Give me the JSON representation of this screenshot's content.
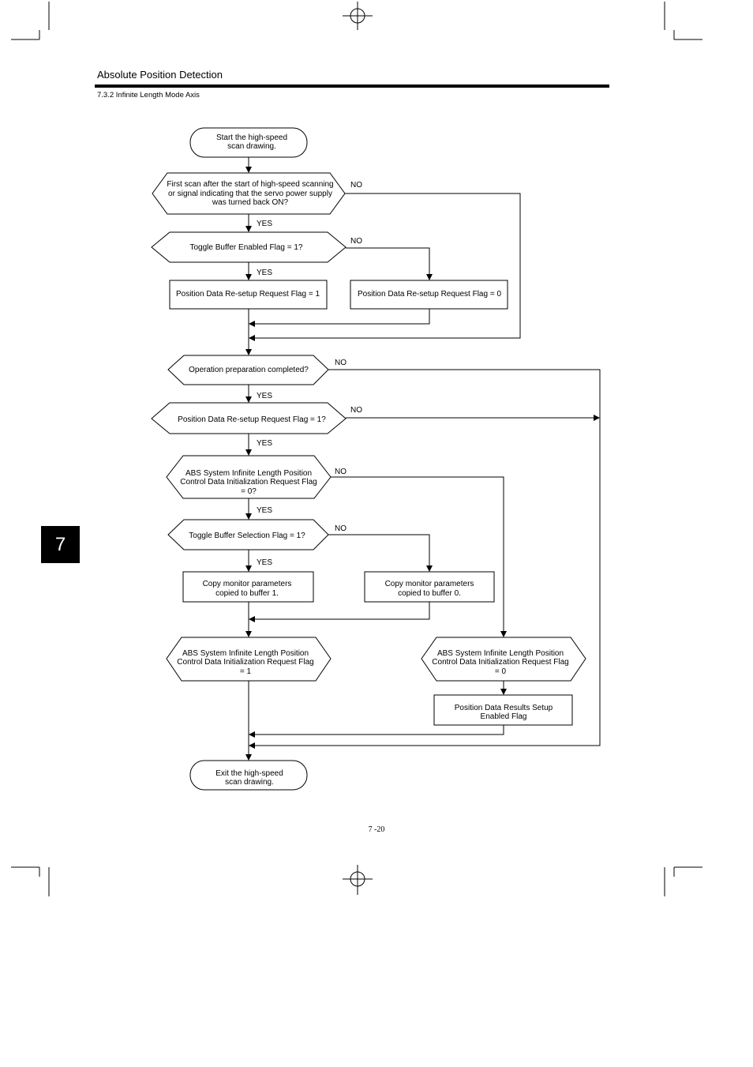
{
  "header": {
    "title": "Absolute Position Detection",
    "subtitle": "7.3.2  Infinite Length Mode Axis"
  },
  "chapter_tab": "7",
  "page_number": "7 -20",
  "labels": {
    "yes": "YES",
    "no": "NO"
  },
  "flowchart": {
    "start": [
      "Start the high-speed",
      "scan drawing."
    ],
    "decision_first_scan": [
      "First scan after the start of high-speed scanning",
      "or signal indicating that the servo power supply",
      "was turned back ON?"
    ],
    "decision_toggle_enabled": [
      "Toggle Buffer Enabled Flag = 1?"
    ],
    "process_resetup_1": [
      "Position Data Re-setup Request Flag = 1"
    ],
    "process_resetup_0": [
      "Position Data Re-setup Request Flag = 0"
    ],
    "decision_operation_ready": [
      "Operation preparation completed?"
    ],
    "decision_resetup_request": [
      "Position Data Re-setup Request Flag = 1?"
    ],
    "decision_abs_init_zero": [
      "ABS System Infinite Length Position",
      "Control Data Initialization Request Flag",
      "= 0?"
    ],
    "decision_toggle_selection": [
      "Toggle Buffer Selection Flag = 1?"
    ],
    "process_copy_buffer_1": [
      "Copy monitor parameters",
      "copied to buffer 1."
    ],
    "process_copy_buffer_0": [
      "Copy monitor parameters",
      "copied to buffer 0."
    ],
    "process_abs_init_set_1": [
      "ABS System Infinite Length Position",
      "Control Data Initialization Request Flag",
      "= 1"
    ],
    "process_abs_init_set_0": [
      "ABS System Infinite Length Position",
      "Control Data Initialization Request Flag",
      "= 0"
    ],
    "process_results_enabled": [
      "Position Data Results Setup",
      "Enabled Flag"
    ],
    "end": [
      "Exit the high-speed",
      "scan drawing."
    ]
  }
}
